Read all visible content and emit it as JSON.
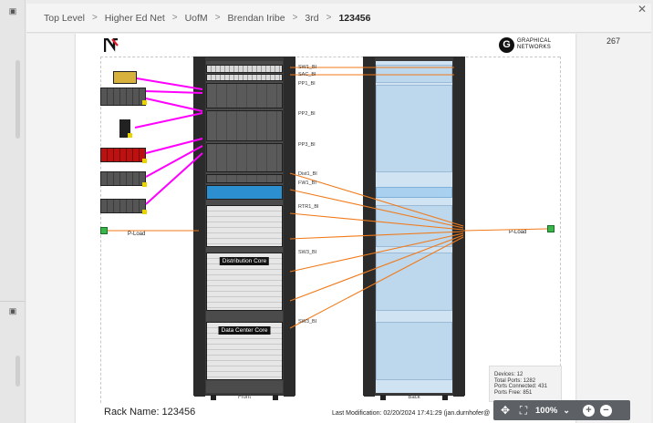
{
  "breadcrumb": {
    "items": [
      "Top Level",
      "Higher Ed Net",
      "UofM",
      "Brendan Iribe",
      "3rd",
      "123456"
    ]
  },
  "counter": "267",
  "logos": {
    "graphical_networks_mark": "G",
    "graphical_networks_line1": "GRAPHICAL",
    "graphical_networks_line2": "NETWORKS"
  },
  "front_rack": {
    "caption": "Front",
    "labels": {
      "distribution": "Distribution Core",
      "datacenter": "Data Center Core"
    }
  },
  "back_rack": {
    "caption": "Back"
  },
  "port_labels": [
    "SW1_BI",
    "SAC_BI",
    "PP1_BI",
    "PP2_BI",
    "PP3_BI",
    "Dist1_BI",
    "FW1_BI",
    "RTR1_BI",
    "SW3_BI",
    "SW3_BI"
  ],
  "loads": {
    "left": "P-Load",
    "right": "P-Load"
  },
  "stats": {
    "devices": "Devices: 12",
    "total_ports": "Total Ports: 1282",
    "ports_connected": "Ports Connected: 431",
    "ports_free": "Ports Free: 851"
  },
  "footer": {
    "rack_name_label": "Rack Name:",
    "rack_name_value": "123456",
    "last_modification": "Last Modification: 02/20/2024 17:41:29 (jan.durnhofer@"
  },
  "zoom": {
    "value": "100%"
  },
  "colors": {
    "patch_cable": "#ff00ff",
    "fiber_cable": "#f07a1a",
    "accent_blue": "#2c8fd0",
    "status_green": "#39b54a"
  },
  "icons": {
    "move": "move-icon",
    "fit": "fit-to-screen-icon",
    "zoom_in": "zoom-in-icon",
    "zoom_out": "zoom-out-icon",
    "close": "close-icon"
  }
}
